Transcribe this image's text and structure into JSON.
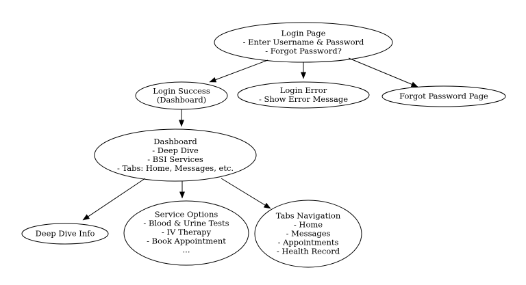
{
  "diagram": {
    "background_color": "#ffffff",
    "stroke_color": "#000000",
    "text_color": "#000000",
    "nodes": {
      "login_page": {
        "lines": [
          "Login Page",
          "- Enter Username &amp; Password",
          "- Forgot Password?"
        ]
      },
      "login_success": {
        "lines": [
          "Login Success",
          "(Dashboard)"
        ]
      },
      "login_error": {
        "lines": [
          "Login Error",
          "- Show Error Message"
        ]
      },
      "forgot_password_page": {
        "lines": [
          "Forgot Password Page"
        ]
      },
      "dashboard": {
        "lines": [
          "Dashboard",
          "- Deep Dive",
          "- BSI Services",
          "- Tabs: Home, Messages, etc."
        ]
      },
      "deep_dive_info": {
        "lines": [
          "Deep Dive Info"
        ]
      },
      "service_options": {
        "lines": [
          "Service Options",
          "- Blood &amp; Urine Tests",
          "- IV Therapy",
          "- Book Appointment",
          "..."
        ]
      },
      "tabs_navigation": {
        "lines": [
          "Tabs Navigation",
          "- Home",
          "- Messages",
          "- Appointments",
          "- Health Record"
        ]
      }
    },
    "edges": [
      {
        "from": "login_page",
        "to": "login_success"
      },
      {
        "from": "login_page",
        "to": "login_error"
      },
      {
        "from": "login_page",
        "to": "forgot_password_page"
      },
      {
        "from": "login_success",
        "to": "dashboard"
      },
      {
        "from": "dashboard",
        "to": "deep_dive_info"
      },
      {
        "from": "dashboard",
        "to": "service_options"
      },
      {
        "from": "dashboard",
        "to": "tabs_navigation"
      }
    ]
  }
}
